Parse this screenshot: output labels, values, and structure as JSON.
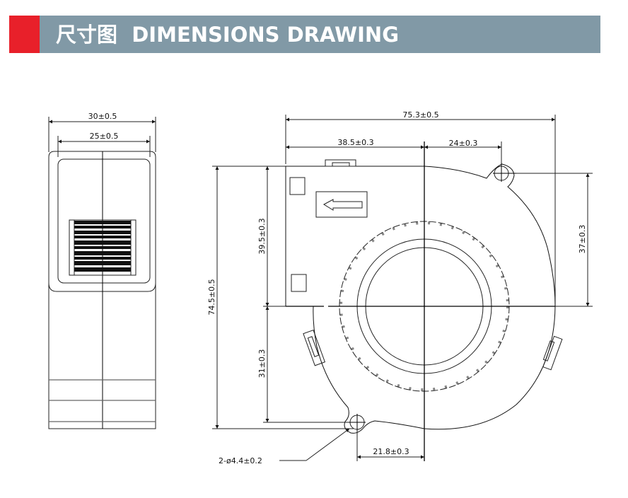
{
  "header": {
    "title_cn": "尺寸图",
    "title_en": "DIMENSIONS DRAWING",
    "accent_color": "#e8202a",
    "banner_color": "#8199a6"
  },
  "side_view": {
    "overall_width": "30±0.5",
    "inner_width": "25±0.5"
  },
  "front_view": {
    "overall_width": "75.3±0.5",
    "left_to_center": "38.5±0.3",
    "center_to_hole": "24±0.3",
    "overall_height": "74.5±0.5",
    "top_to_center": "39.5±0.3",
    "center_to_bottom_hole": "31±0.3",
    "right_hole_to_center": "37±0.3",
    "bottom_hole_to_center": "21.8±0.3",
    "mounting_holes": "2-ø4.4±0.2"
  }
}
